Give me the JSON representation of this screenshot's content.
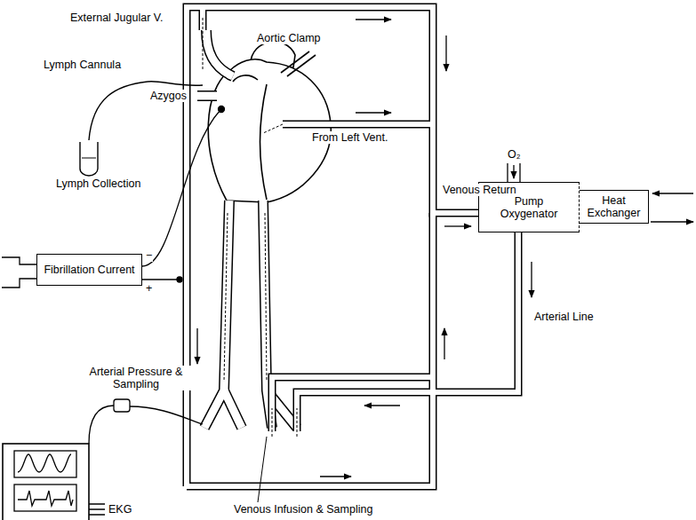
{
  "diagram": {
    "nodes": [
      {
        "text": [
          "Fibrillation Current"
        ]
      },
      {
        "text": [
          "Pump Oxygenator"
        ]
      },
      {
        "text": [
          "Heat Exchanger"
        ]
      }
    ],
    "labels": [
      "External Jugular V.",
      "Lymph Cannula",
      "Azygos",
      "Aortic Clamp",
      "Lymph Collection",
      "From Left Vent.",
      "Venous Return",
      "O₂",
      "−",
      "+",
      "Arterial Line",
      "Arterial Pressure & Sampling",
      "EKG",
      "Venous Infusion & Sampling"
    ]
  }
}
